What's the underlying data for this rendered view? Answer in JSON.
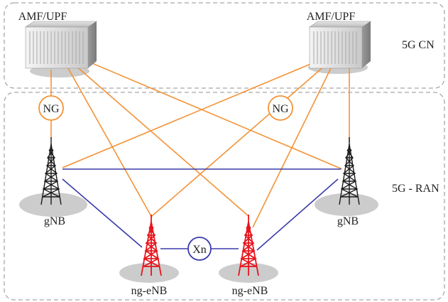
{
  "labels": {
    "core_network": "5G CN",
    "ran": "5G - RAN",
    "amf_upf_left": "AMF/UPF",
    "amf_upf_right": "AMF/UPF",
    "gnb_left": "gNB",
    "gnb_right": "gNB",
    "ngenb_left": "ng-eNB",
    "ngenb_right": "ng-eNB",
    "ng_interface_left": "NG",
    "ng_interface_right": "NG",
    "xn_interface": "Xn"
  },
  "colors": {
    "ng_links": "#f39236",
    "xn_links": "#3a3aa8",
    "gnb_tower": "#1a1a1a",
    "ngenb_tower": "#e8141c",
    "group_border": "#a8a8a8",
    "ground_shadow": "#cccccc"
  }
}
